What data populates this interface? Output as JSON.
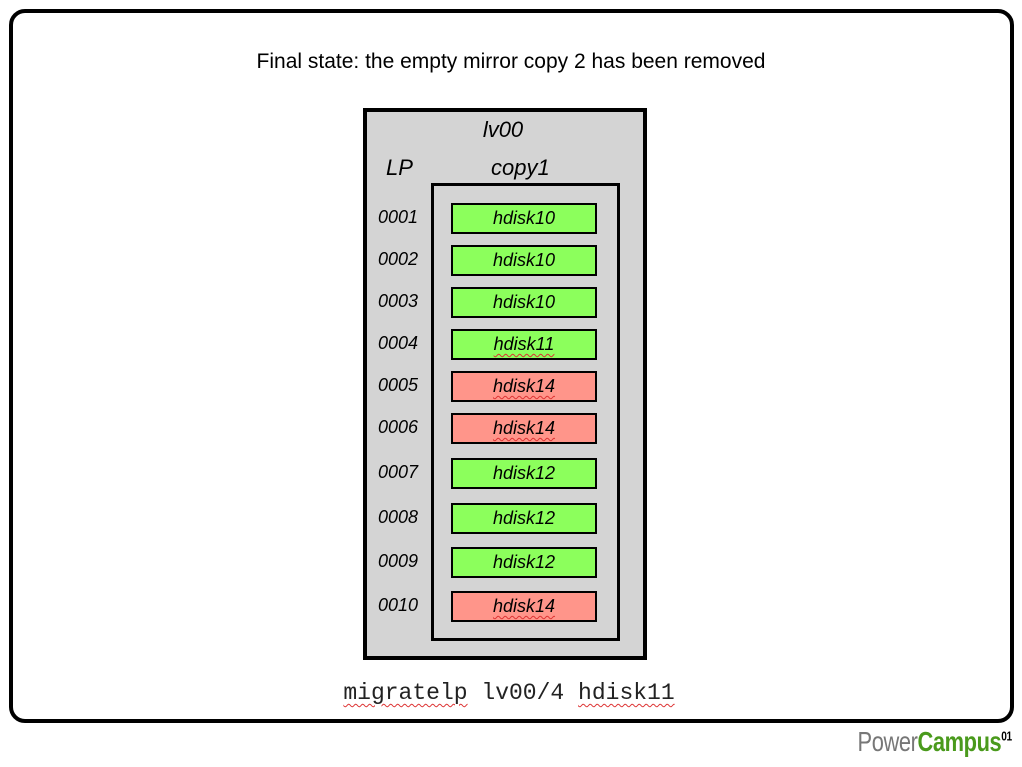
{
  "title": "Final state: the empty mirror copy 2 has been removed",
  "lv_name": "lv00",
  "lp_header": "LP",
  "copy_header": "copy1",
  "colors": {
    "green": "#8cff5c",
    "red": "#ff958a",
    "box_gray": "#d4d4d4"
  },
  "rows": [
    {
      "lp": "0001",
      "pv": "hdisk10",
      "color": "green"
    },
    {
      "lp": "0002",
      "pv": "hdisk10",
      "color": "green"
    },
    {
      "lp": "0003",
      "pv": "hdisk10",
      "color": "green"
    },
    {
      "lp": "0004",
      "pv": "hdisk11",
      "color": "green"
    },
    {
      "lp": "0005",
      "pv": "hdisk14",
      "color": "red"
    },
    {
      "lp": "0006",
      "pv": "hdisk14",
      "color": "red"
    },
    {
      "lp": "0007",
      "pv": "hdisk12",
      "color": "green"
    },
    {
      "lp": "0008",
      "pv": "hdisk12",
      "color": "green"
    },
    {
      "lp": "0009",
      "pv": "hdisk12",
      "color": "green"
    },
    {
      "lp": "0010",
      "pv": "hdisk14",
      "color": "red"
    }
  ],
  "command": {
    "cmd": "migratelp",
    "arg1": "lv00/4",
    "arg2": "hdisk11"
  },
  "logo": {
    "part1": "Power",
    "part2": "Campus",
    "suffix": "01"
  }
}
